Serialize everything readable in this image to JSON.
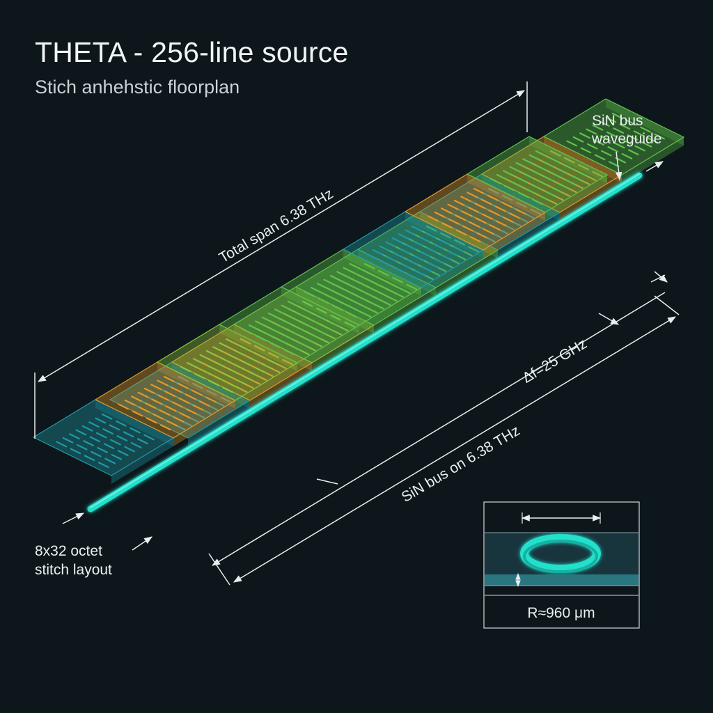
{
  "header": {
    "title": "THETA - 256-line source",
    "subtitle": "Stich anhehstic floorplan"
  },
  "labels": {
    "bus_callout": [
      "SiN bus",
      "waveguide"
    ],
    "total_span": "Total span 6.38 THz",
    "delta_f": "Δf=25 GHz",
    "bus_span": "SiN bus on 6.38 THz",
    "layout_callout": [
      "8x32 octet",
      "stitch layout"
    ],
    "inset_radius": "R≈960 μm"
  },
  "tiles": {
    "front_row": [
      "teal",
      "orange",
      "lime",
      "green",
      "green",
      "teal",
      "orange",
      "green"
    ],
    "back_row": [
      "teal",
      "orange",
      "lime",
      "green",
      "green",
      "teal",
      "orange",
      "green"
    ]
  },
  "colors": {
    "background": "#0d171b",
    "waveguide": "#22e0cc",
    "teal": "#1f9aa8",
    "orange": "#e39a2b",
    "lime": "#8cc63f",
    "green": "#5fc44a",
    "text": "#e9eef0"
  }
}
